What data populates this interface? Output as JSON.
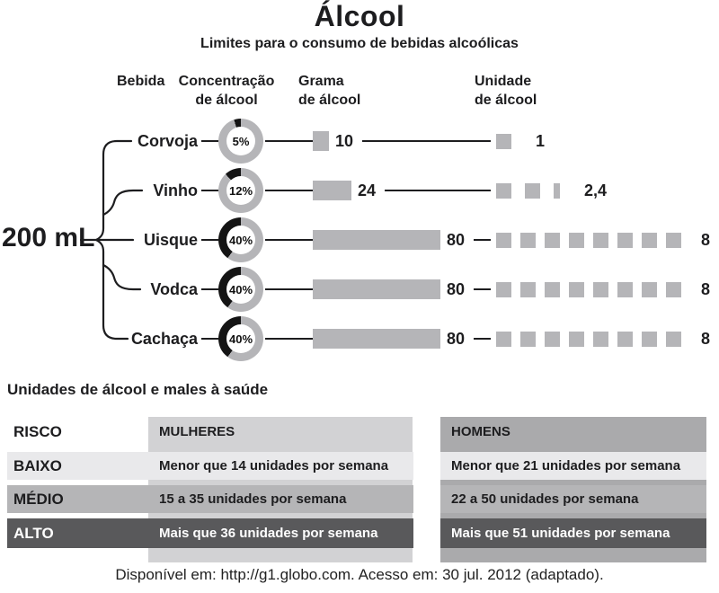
{
  "title": "Álcool",
  "subtitle": "Limites para o consumo de bebidas alcoólicas",
  "volume_label": "200 mL",
  "headers": {
    "bebida": "Bebida",
    "concentracao": [
      "Concentração",
      "de álcool"
    ],
    "grama": [
      "Grama",
      "de álcool"
    ],
    "unidade": [
      "Unidade",
      "de álcool"
    ]
  },
  "beverages": [
    {
      "name": "Corvoja",
      "percent": 5,
      "percent_label": "5%",
      "grams": 10,
      "grams_label": "10",
      "units": 1,
      "units_label": "1"
    },
    {
      "name": "Vinho",
      "percent": 12,
      "percent_label": "12%",
      "grams": 24,
      "grams_label": "24",
      "units": 2.4,
      "units_label": "2,4"
    },
    {
      "name": "Uisque",
      "percent": 40,
      "percent_label": "40%",
      "grams": 80,
      "grams_label": "80",
      "units": 8,
      "units_label": "8"
    },
    {
      "name": "Vodca",
      "percent": 40,
      "percent_label": "40%",
      "grams": 80,
      "grams_label": "80",
      "units": 8,
      "units_label": "8"
    },
    {
      "name": "Cachaça",
      "percent": 40,
      "percent_label": "40%",
      "grams": 80,
      "grams_label": "80",
      "units": 8,
      "units_label": "8"
    }
  ],
  "risk_table": {
    "title": "Unidades de álcool e males à saúde",
    "headers": {
      "risco": "RISCO",
      "mulheres": "MULHERES",
      "homens": "HOMENS"
    },
    "rows": [
      {
        "risco": "BAIXO",
        "mulheres": "Menor que 14 unidades por semana",
        "homens": "Menor que 21 unidades por semana"
      },
      {
        "risco": "MÉDIO",
        "mulheres": "15 a 35 unidades por semana",
        "homens": "22 a 50 unidades por semana"
      },
      {
        "risco": "ALTO",
        "mulheres": "Mais que 36 unidades por semana",
        "homens": "Mais que 51 unidades por semana"
      }
    ]
  },
  "footer": "Disponível em: http://g1.globo.com. Acesso em: 30 jul. 2012 (adaptado).",
  "colors": {
    "ink": "#1d1d1f",
    "gray": "#b5b5b8",
    "rowLight": "#e9e9eb",
    "rowMedium": "#b5b5b7",
    "rowDark": "#59595b",
    "stripLight": "#d2d2d4",
    "stripDark": "#aaaaac",
    "white": "#ffffff"
  },
  "chart_data": [
    {
      "type": "bar",
      "title": "Álcool — Limites para o consumo de bebidas alcoólicas",
      "note": "200 mL por bebida",
      "categories": [
        "Corvoja",
        "Vinho",
        "Uisque",
        "Vodca",
        "Cachaça"
      ],
      "series": [
        {
          "name": "Concentração de álcool (%)",
          "values": [
            5,
            12,
            40,
            40,
            40
          ]
        },
        {
          "name": "Grama de álcool",
          "values": [
            10,
            24,
            80,
            80,
            80
          ]
        },
        {
          "name": "Unidade de álcool",
          "values": [
            1,
            2.4,
            8,
            8,
            8
          ]
        }
      ]
    },
    {
      "type": "table",
      "title": "Unidades de álcool e males à saúde",
      "columns": [
        "RISCO",
        "MULHERES",
        "HOMENS"
      ],
      "rows": [
        [
          "BAIXO",
          "Menor que 14 unidades por semana",
          "Menor que 21 unidades por semana"
        ],
        [
          "MÉDIO",
          "15 a 35 unidades por semana",
          "22 a 50 unidades por semana"
        ],
        [
          "ALTO",
          "Mais que 36 unidades por semana",
          "Mais que 51 unidades por semana"
        ]
      ]
    }
  ]
}
